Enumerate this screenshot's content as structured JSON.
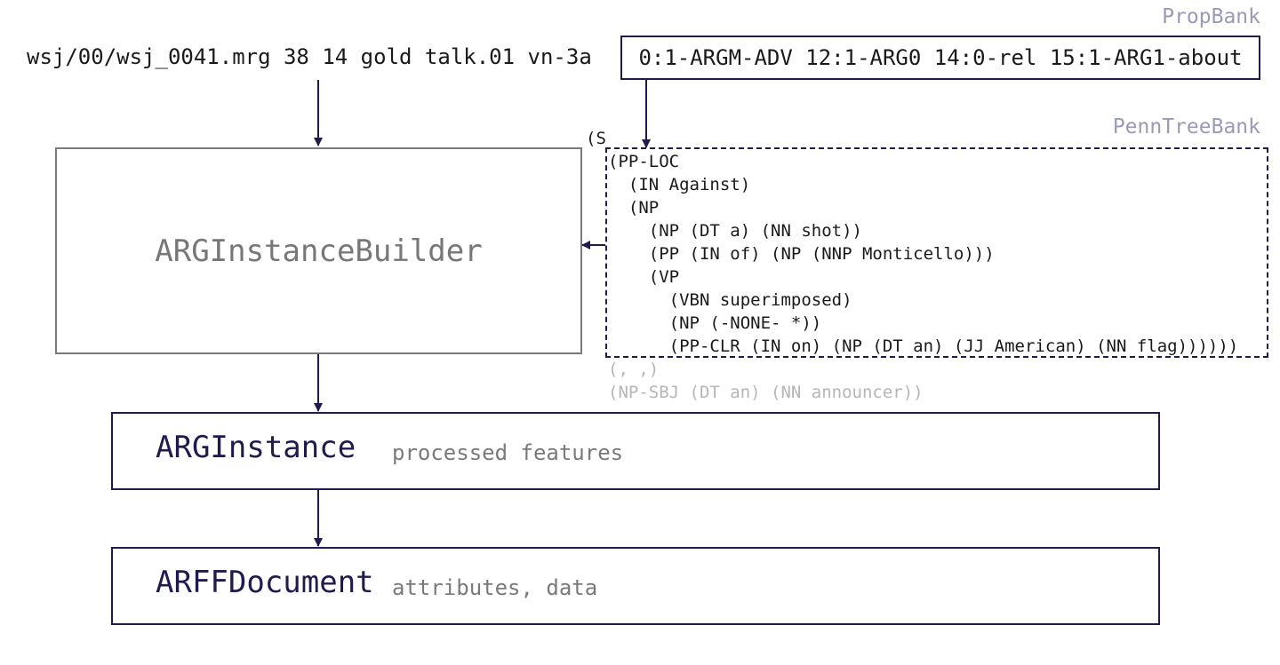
{
  "sources": {
    "propbank_label": "PropBank",
    "penntreebank_label": "PennTreeBank"
  },
  "propbank_entry": {
    "prefix": "wsj/00/wsj_0041.mrg 38 14 gold talk.01 vn-3a",
    "args": "0:1-ARGM-ADV 12:1-ARG0 14:0-rel 15:1-ARG1-about"
  },
  "parse_tree": {
    "root": "(S",
    "highlighted_lines": [
      "(PP-LOC",
      "  (IN Against)",
      "  (NP",
      "    (NP (DT a) (NN shot))",
      "    (PP (IN of) (NP (NNP Monticello)))",
      "    (VP",
      "      (VBN superimposed)",
      "      (NP (-NONE- *))",
      "      (PP-CLR (IN on) (NP (DT an) (JJ American) (NN flag))))))"
    ],
    "faded_lines": [
      "(, ,)",
      "(NP-SBJ (DT an) (NN announcer))"
    ]
  },
  "stages": {
    "builder": {
      "title": "ARGInstanceBuilder"
    },
    "instance": {
      "title": "ARGInstance",
      "subtitle": "processed features"
    },
    "arff": {
      "title": "ARFFDocument",
      "subtitle": "attributes, data"
    }
  },
  "colors": {
    "accent": "#1f1b4d",
    "muted_label": "#9a9ab8",
    "builder_border": "#7a7a7a",
    "faded_text": "#b6b6b6"
  }
}
